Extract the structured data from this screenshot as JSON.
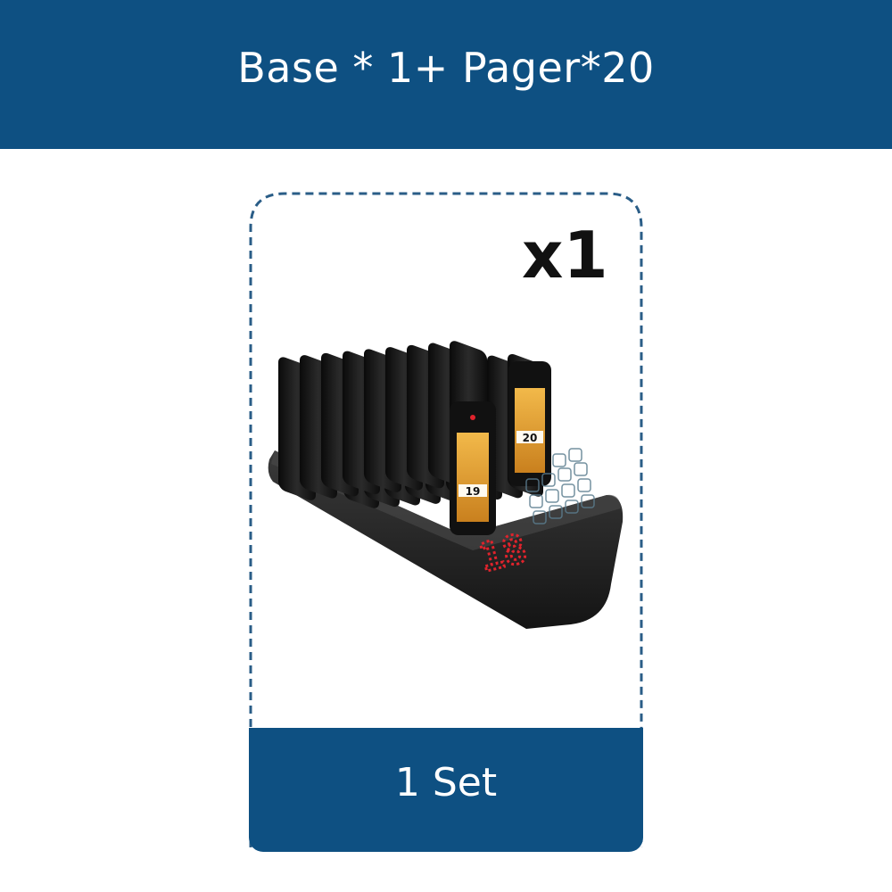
{
  "banner": {
    "title": "Base * 1+ Pager*20"
  },
  "card": {
    "quantity_label": "x1",
    "footer_label": "1 Set",
    "product_image": {
      "subject": "restaurant-pager-system-base-with-20-pagers",
      "pager_numbers": [
        "19",
        "20"
      ],
      "display_digits": "18"
    }
  },
  "colors": {
    "brand_blue": "#0e5082",
    "dashed_border": "#2a5d87",
    "led_red": "#e0232c"
  }
}
